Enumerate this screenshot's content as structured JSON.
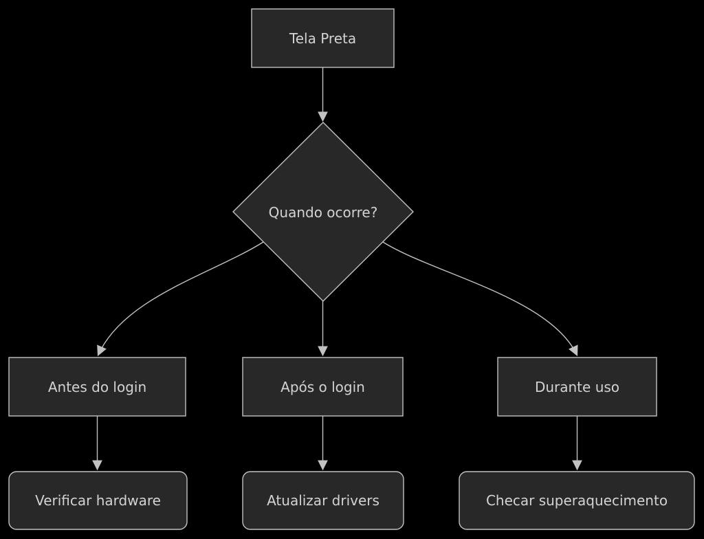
{
  "diagram": {
    "type": "flowchart",
    "direction": "top-down",
    "colors": {
      "background": "#000000",
      "node_fill": "#282828",
      "node_border": "#c2c2c2",
      "edge_line": "#c2c2c2",
      "text": "#d3d3d3"
    },
    "nodes": {
      "start": {
        "label": "Tela Preta",
        "shape": "rectangle"
      },
      "decision": {
        "label": "Quando ocorre?",
        "shape": "diamond"
      },
      "before_login": {
        "label": "Antes do login",
        "shape": "rectangle"
      },
      "after_login": {
        "label": "Após o login",
        "shape": "rectangle"
      },
      "during_use": {
        "label": "Durante uso",
        "shape": "rectangle"
      },
      "verify_hardware": {
        "label": "Verificar hardware",
        "shape": "rounded-rectangle"
      },
      "update_drivers": {
        "label": "Atualizar drivers",
        "shape": "rounded-rectangle"
      },
      "check_overheating": {
        "label": "Checar superaquecimento",
        "shape": "rounded-rectangle"
      }
    },
    "edges": [
      {
        "from": "Tela Preta",
        "to": "Quando ocorre?"
      },
      {
        "from": "Quando ocorre?",
        "to": "Antes do login"
      },
      {
        "from": "Quando ocorre?",
        "to": "Após o login"
      },
      {
        "from": "Quando ocorre?",
        "to": "Durante uso"
      },
      {
        "from": "Antes do login",
        "to": "Verificar hardware"
      },
      {
        "from": "Após o login",
        "to": "Atualizar drivers"
      },
      {
        "from": "Durante uso",
        "to": "Checar superaquecimento"
      }
    ]
  }
}
